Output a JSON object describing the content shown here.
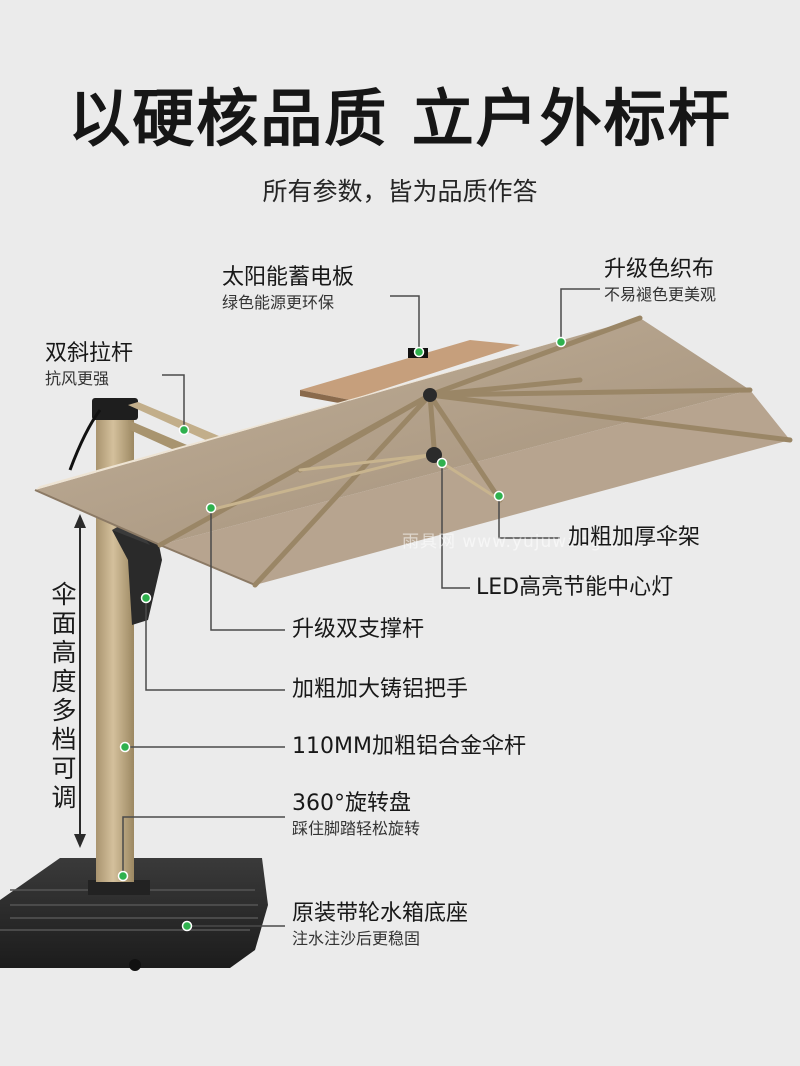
{
  "headline": "以硬核品质 立户外标杆",
  "subline": "所有参数，皆为品质作答",
  "watermark": "雨具网 www.yujuwang.com",
  "height_label": "伞面高度多档可调",
  "callouts": {
    "solar": {
      "title": "太阳能蓄电板",
      "sub": "绿色能源更环保"
    },
    "fabric": {
      "title": "升级色织布",
      "sub": "不易褪色更美观"
    },
    "diagonal": {
      "title": "双斜拉杆",
      "sub": "抗风更强"
    },
    "frame": {
      "title": "加粗加厚伞架"
    },
    "led": {
      "title": "LED高亮节能中心灯"
    },
    "support": {
      "title": "升级双支撑杆"
    },
    "handle": {
      "title": "加粗加大铸铝把手"
    },
    "pole": {
      "title": "110MM加粗铝合金伞杆"
    },
    "rotation": {
      "title": "360°旋转盘",
      "sub": "踩住脚踏轻松旋转"
    },
    "base": {
      "title": "原装带轮水箱底座",
      "sub": "注水注沙后更稳固"
    }
  },
  "colors": {
    "canopy": "#b5a38e",
    "canopy_underside": "#a89580",
    "pole": "#c9b592",
    "base": "#2c2c2c",
    "dot": "#2fb14e",
    "line": "#4a4a4a"
  }
}
